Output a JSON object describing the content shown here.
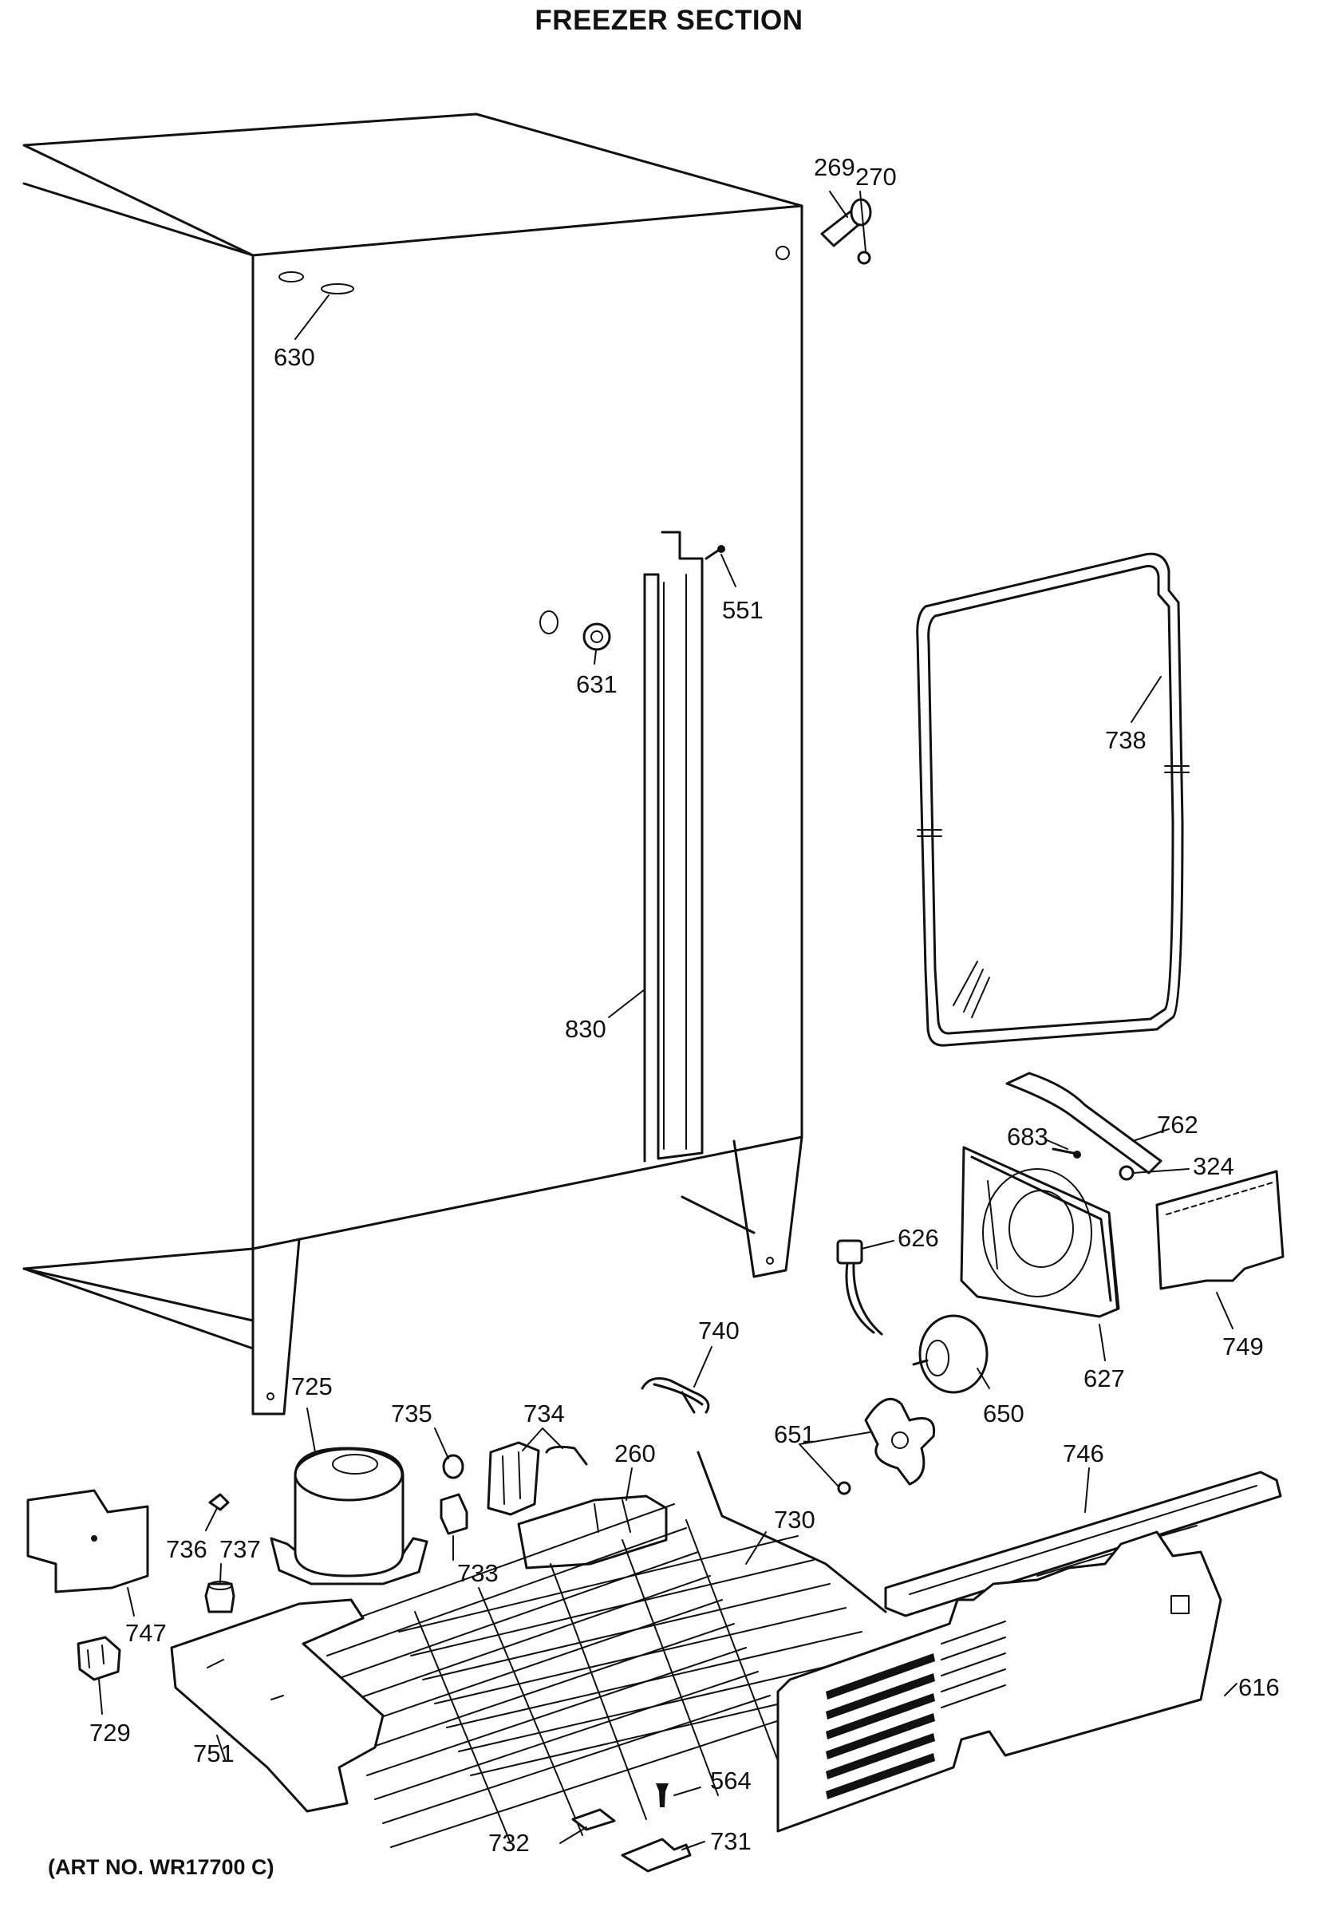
{
  "title": "FREEZER SECTION",
  "art_number": "(ART NO. WR17700 C)",
  "parts": [
    {
      "id": "269",
      "label": "269"
    },
    {
      "id": "270",
      "label": "270"
    },
    {
      "id": "630",
      "label": "630"
    },
    {
      "id": "551",
      "label": "551"
    },
    {
      "id": "631",
      "label": "631"
    },
    {
      "id": "738",
      "label": "738"
    },
    {
      "id": "830",
      "label": "830"
    },
    {
      "id": "762",
      "label": "762"
    },
    {
      "id": "683",
      "label": "683"
    },
    {
      "id": "324",
      "label": "324"
    },
    {
      "id": "626",
      "label": "626"
    },
    {
      "id": "740",
      "label": "740"
    },
    {
      "id": "749",
      "label": "749"
    },
    {
      "id": "627",
      "label": "627"
    },
    {
      "id": "725",
      "label": "725"
    },
    {
      "id": "735",
      "label": "735"
    },
    {
      "id": "734",
      "label": "734"
    },
    {
      "id": "650",
      "label": "650"
    },
    {
      "id": "651",
      "label": "651"
    },
    {
      "id": "260",
      "label": "260"
    },
    {
      "id": "746",
      "label": "746"
    },
    {
      "id": "730",
      "label": "730"
    },
    {
      "id": "736",
      "label": "736"
    },
    {
      "id": "737",
      "label": "737"
    },
    {
      "id": "733",
      "label": "733"
    },
    {
      "id": "747",
      "label": "747"
    },
    {
      "id": "729",
      "label": "729"
    },
    {
      "id": "751",
      "label": "751"
    },
    {
      "id": "616",
      "label": "616"
    },
    {
      "id": "564",
      "label": "564"
    },
    {
      "id": "732",
      "label": "732"
    },
    {
      "id": "731",
      "label": "731"
    }
  ]
}
